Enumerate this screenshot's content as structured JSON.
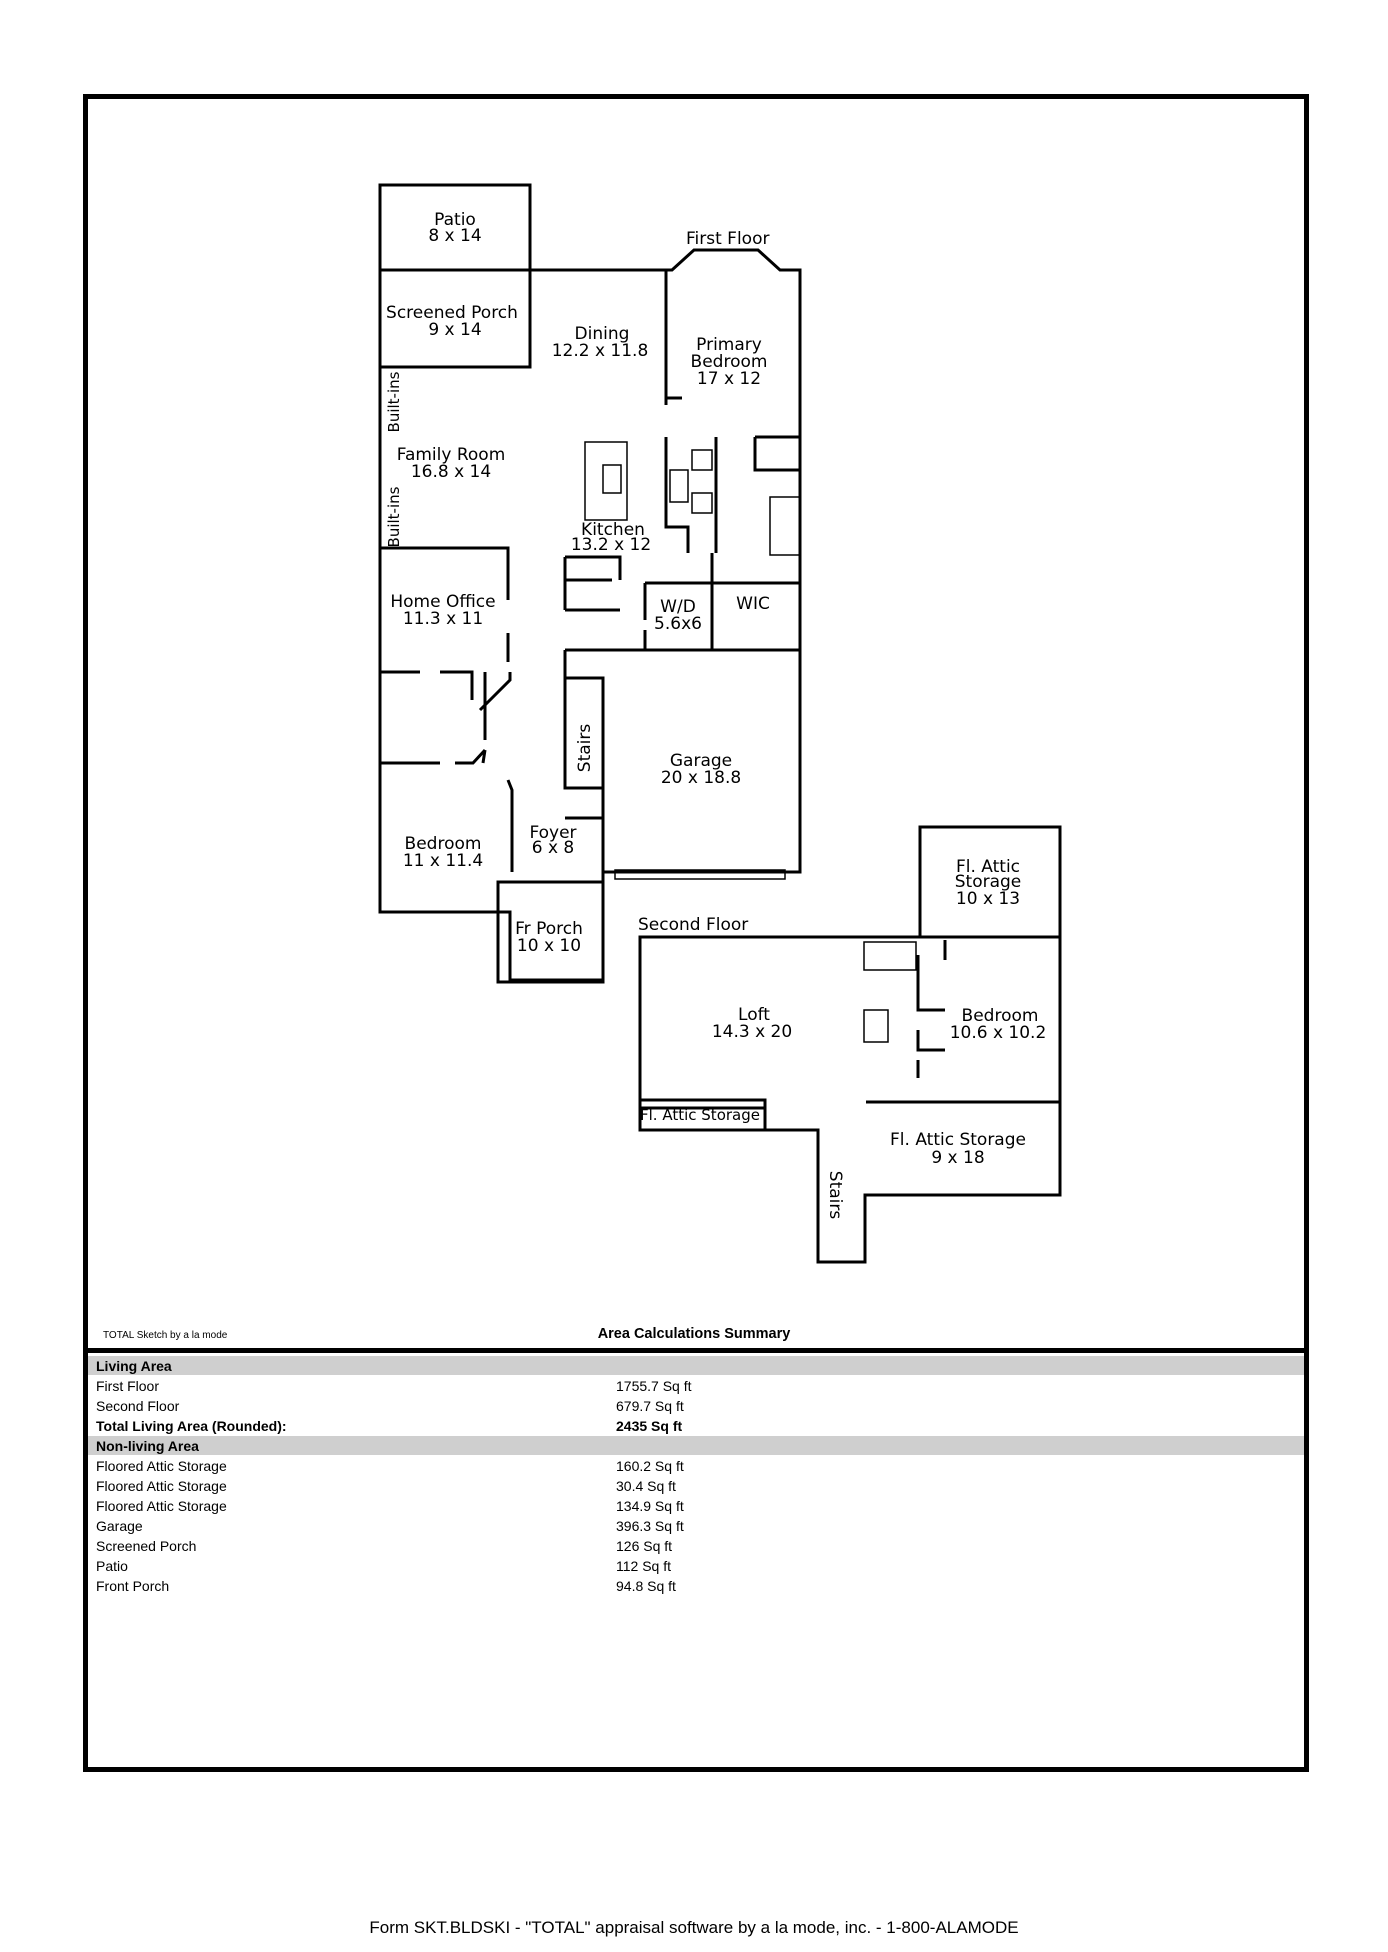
{
  "plan": {
    "first_floor_label": "First Floor",
    "second_floor_label": "Second Floor",
    "rooms": {
      "patio": {
        "name": "Patio",
        "dims": "8 x 14"
      },
      "screened_porch": {
        "name": "Screened Porch",
        "dims": "9 x 14"
      },
      "dining": {
        "name": "Dining",
        "dims": "12.2 x 11.8"
      },
      "primary_bedroom": {
        "name_line1": "Primary",
        "name_line2": "Bedroom",
        "dims": "17 x 12"
      },
      "family_room": {
        "name": "Family Room",
        "dims": "16.8 x 14"
      },
      "builtins_top": {
        "name": "Built-ins"
      },
      "builtins_bottom": {
        "name": "Built-ins"
      },
      "kitchen": {
        "name": "Kitchen",
        "dims": "13.2 x 12"
      },
      "home_office": {
        "name": "Home Office",
        "dims": "11.3 x 11"
      },
      "wd": {
        "name": "W/D",
        "dims": "5.6x6"
      },
      "wic": {
        "name": "WIC"
      },
      "stairs_first": {
        "name": "Stairs"
      },
      "garage": {
        "name": "Garage",
        "dims": "20 x 18.8"
      },
      "bedroom_first": {
        "name": "Bedroom",
        "dims": "11 x 11.4"
      },
      "foyer": {
        "name": "Foyer",
        "dims": "6 x 8"
      },
      "fr_porch": {
        "name": "Fr Porch",
        "dims": "10 x 10"
      },
      "attic_storage_top": {
        "name_line1": "Fl. Attic",
        "name_line2": "Storage",
        "dims": "10 x 13"
      },
      "loft": {
        "name": "Loft",
        "dims": "14.3 x 20"
      },
      "bedroom_second": {
        "name": "Bedroom",
        "dims": "10.6 x 10.2"
      },
      "attic_storage_small": {
        "name": "Fl. Attic Storage"
      },
      "attic_storage_right": {
        "name": "Fl. Attic Storage",
        "dims": "9 x 18"
      },
      "stairs_second": {
        "name": "Stairs"
      }
    }
  },
  "credit": "TOTAL Sketch by a la mode",
  "summary": {
    "title": "Area Calculations Summary",
    "living_header": "Living Area",
    "living": [
      {
        "label": "First Floor",
        "value": "1755.7 Sq ft"
      },
      {
        "label": "Second Floor",
        "value": "679.7 Sq ft"
      }
    ],
    "total": {
      "label": "Total Living Area (Rounded):",
      "value": "2435 Sq ft"
    },
    "nonliving_header": "Non-living Area",
    "nonliving": [
      {
        "label": "Floored Attic Storage",
        "value": "160.2 Sq ft"
      },
      {
        "label": "Floored Attic Storage",
        "value": "30.4 Sq ft"
      },
      {
        "label": "Floored Attic Storage",
        "value": "134.9 Sq ft"
      },
      {
        "label": "Garage",
        "value": "396.3 Sq ft"
      },
      {
        "label": "Screened Porch",
        "value": "126 Sq ft"
      },
      {
        "label": "Patio",
        "value": "112 Sq ft"
      },
      {
        "label": "Front Porch",
        "value": "94.8 Sq ft"
      }
    ]
  },
  "footer": "Form SKT.BLDSKI - \"TOTAL\" appraisal software by a la mode, inc. - 1-800-ALAMODE"
}
